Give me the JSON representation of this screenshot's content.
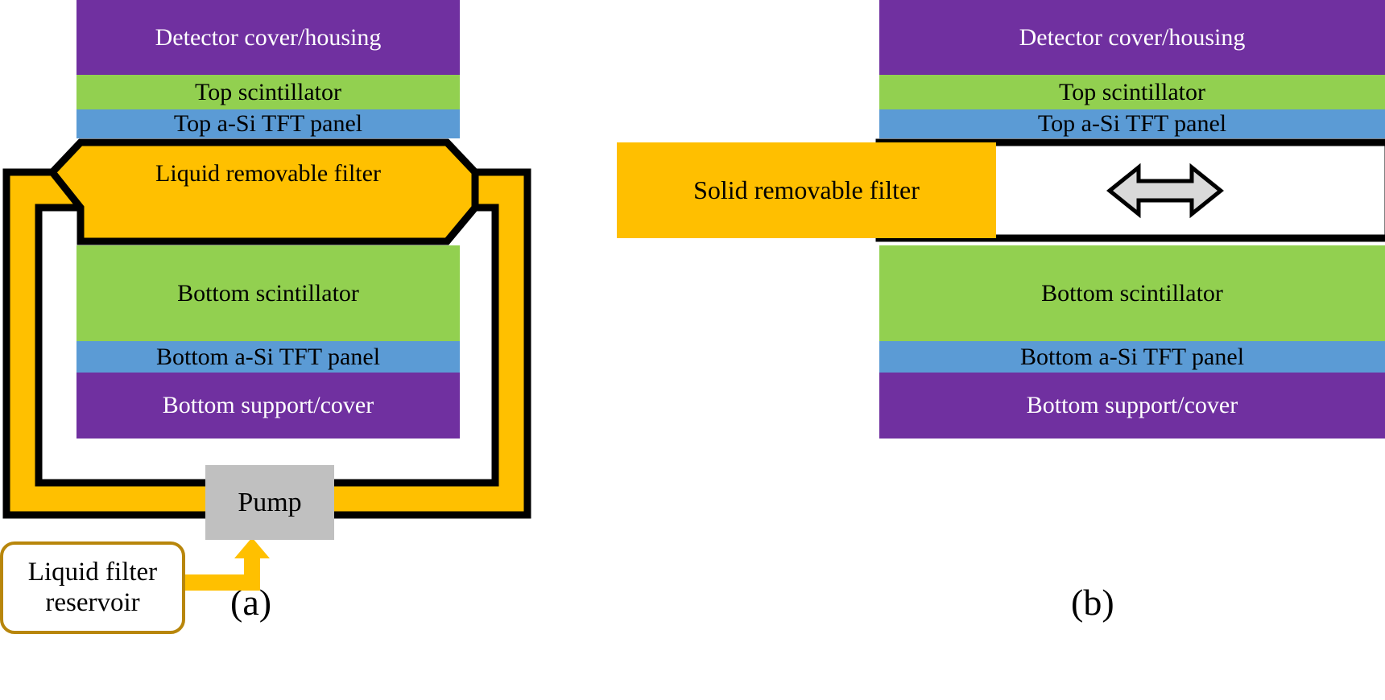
{
  "figure": {
    "panels": [
      {
        "id": "a",
        "caption": "(a)",
        "layers": [
          {
            "name": "detector-cover-housing",
            "label": "Detector cover/housing",
            "color": "#7030A0",
            "text_color": "#FFFFFF"
          },
          {
            "name": "top-scintillator",
            "label": "Top scintillator",
            "color": "#92D050",
            "text_color": "#000000"
          },
          {
            "name": "top-tft-panel",
            "label": "Top a-Si TFT panel",
            "color": "#5B9BD5",
            "text_color": "#000000"
          },
          {
            "name": "removable-filter",
            "label": "Liquid removable filter",
            "color": "#FFC000",
            "text_color": "#000000"
          },
          {
            "name": "bottom-scintillator",
            "label": "Bottom scintillator",
            "color": "#92D050",
            "text_color": "#000000"
          },
          {
            "name": "bottom-tft-panel",
            "label": "Bottom a-Si TFT panel",
            "color": "#5B9BD5",
            "text_color": "#000000"
          },
          {
            "name": "bottom-support-cover",
            "label": "Bottom support/cover",
            "color": "#7030A0",
            "text_color": "#FFFFFF"
          }
        ],
        "pump": {
          "label": "Pump",
          "color": "#C0C0C0"
        },
        "reservoir": {
          "line1": "Liquid filter",
          "line2": "reservoir",
          "border_color": "#B8860B",
          "fill_color": "#FFFFFF"
        },
        "feed_arrow": {
          "name": "reservoir-to-pump-arrow",
          "color": "#FFC000"
        },
        "loop": {
          "name": "liquid-circulation-loop",
          "fill_color": "#FFC000",
          "stroke_color": "#000000"
        }
      },
      {
        "id": "b",
        "caption": "(b)",
        "layers": [
          {
            "name": "detector-cover-housing",
            "label": "Detector cover/housing",
            "color": "#7030A0",
            "text_color": "#FFFFFF"
          },
          {
            "name": "top-scintillator",
            "label": "Top scintillator",
            "color": "#92D050",
            "text_color": "#000000"
          },
          {
            "name": "top-tft-panel",
            "label": "Top a-Si TFT panel",
            "color": "#5B9BD5",
            "text_color": "#000000"
          },
          {
            "name": "filter-slot",
            "label": "",
            "color": "#FFFFFF",
            "text_color": "#000000"
          },
          {
            "name": "bottom-scintillator",
            "label": "Bottom scintillator",
            "color": "#92D050",
            "text_color": "#000000"
          },
          {
            "name": "bottom-tft-panel",
            "label": "Bottom a-Si TFT panel",
            "color": "#5B9BD5",
            "text_color": "#000000"
          },
          {
            "name": "bottom-support-cover",
            "label": "Bottom support/cover",
            "color": "#7030A0",
            "text_color": "#FFFFFF"
          }
        ],
        "solid_filter": {
          "label": "Solid removable filter",
          "color": "#FFC000",
          "text_color": "#000000"
        },
        "slide_arrow": {
          "name": "double-headed-slide-arrow",
          "fill_color": "#D9D9D9",
          "stroke_color": "#000000"
        }
      }
    ],
    "colors": {
      "purple": "#7030A0",
      "green": "#92D050",
      "blue": "#5B9BD5",
      "amber": "#FFC000",
      "gray": "#C0C0C0",
      "arrow_gray": "#D9D9D9",
      "outline": "#000000",
      "reservoir_border": "#B8860B",
      "background": "#FFFFFF"
    }
  }
}
